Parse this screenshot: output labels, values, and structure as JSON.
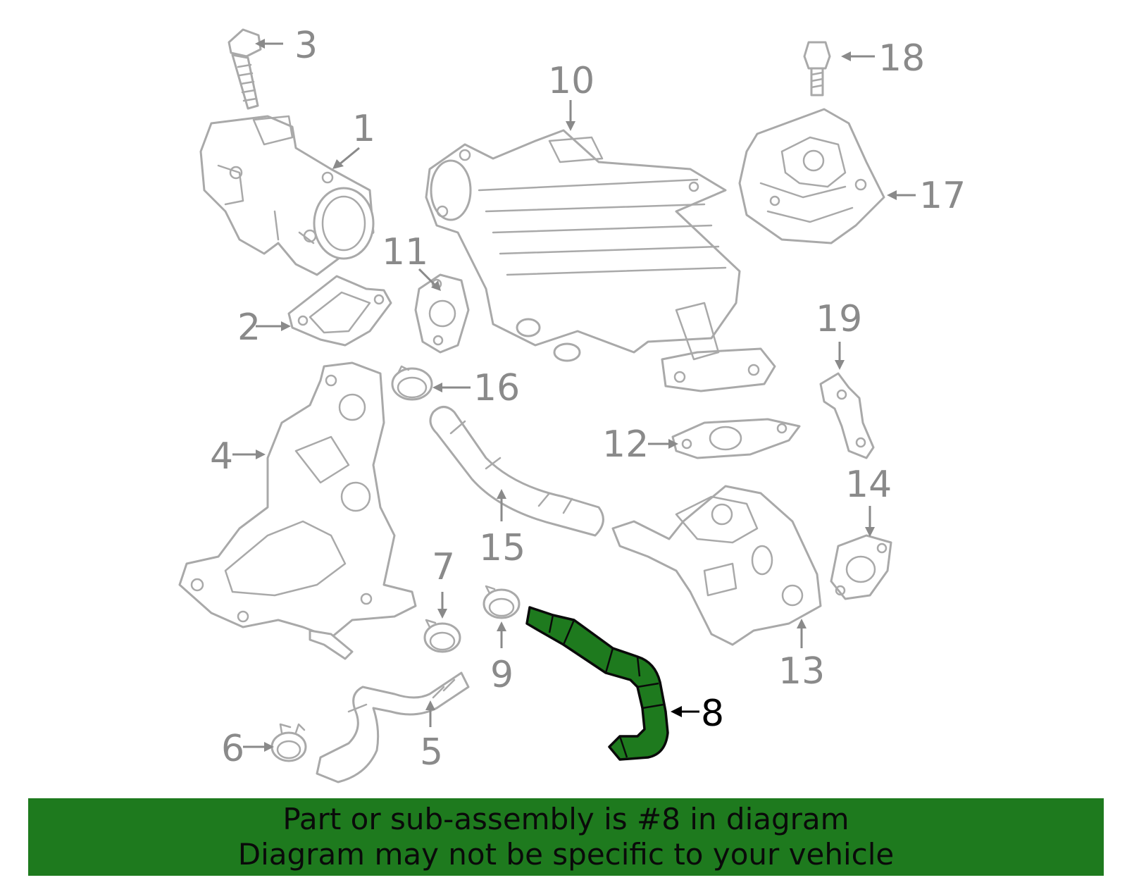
{
  "callouts": [
    {
      "id": "1",
      "label": "1"
    },
    {
      "id": "2",
      "label": "2"
    },
    {
      "id": "3",
      "label": "3"
    },
    {
      "id": "4",
      "label": "4"
    },
    {
      "id": "5",
      "label": "5"
    },
    {
      "id": "6",
      "label": "6"
    },
    {
      "id": "7",
      "label": "7"
    },
    {
      "id": "8",
      "label": "8"
    },
    {
      "id": "9",
      "label": "9"
    },
    {
      "id": "10",
      "label": "10"
    },
    {
      "id": "11",
      "label": "11"
    },
    {
      "id": "12",
      "label": "12"
    },
    {
      "id": "13",
      "label": "13"
    },
    {
      "id": "14",
      "label": "14"
    },
    {
      "id": "15",
      "label": "15"
    },
    {
      "id": "16",
      "label": "16"
    },
    {
      "id": "17",
      "label": "17"
    },
    {
      "id": "18",
      "label": "18"
    },
    {
      "id": "19",
      "label": "19"
    }
  ],
  "highlighted_part": "8",
  "colors": {
    "highlight": "#1e7a1e",
    "line_art": "#a9a9a9",
    "callout_text": "#8a8a8a"
  },
  "banner": {
    "line1": "Part or sub-assembly is #8 in diagram",
    "line2": "Diagram may not be specific to your vehicle"
  }
}
